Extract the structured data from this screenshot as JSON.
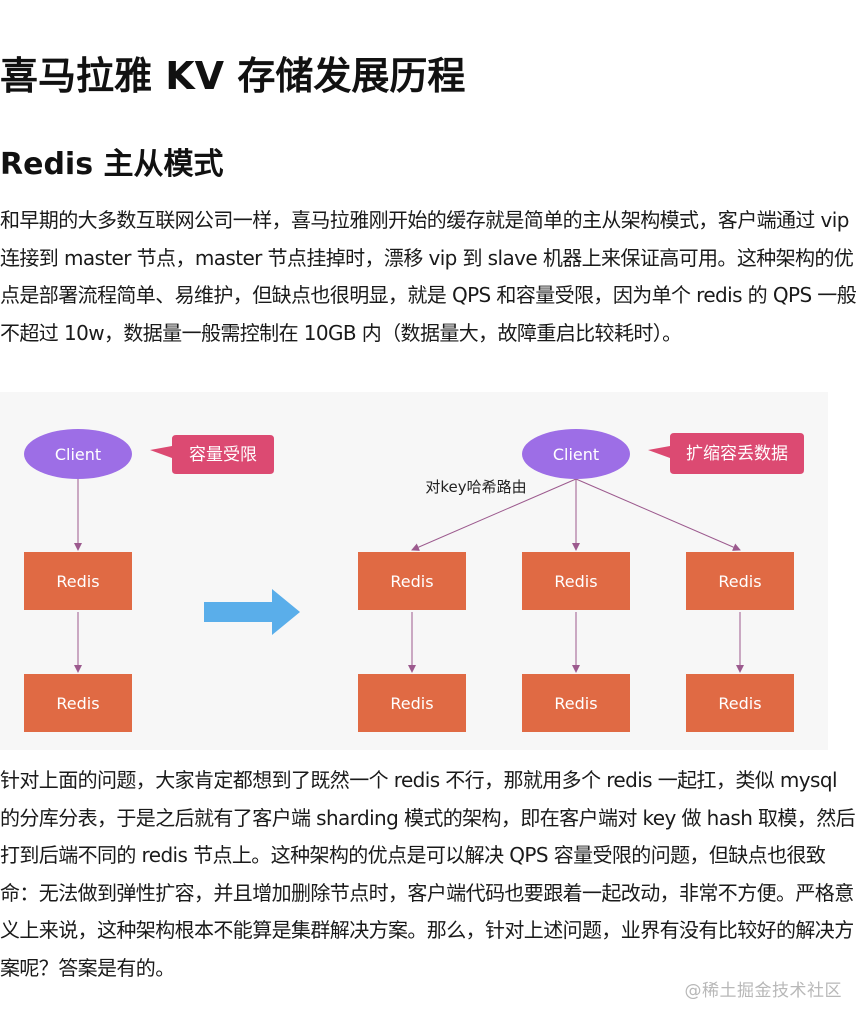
{
  "title": "喜马拉雅 KV 存储发展历程",
  "section_title": "Redis 主从模式",
  "paragraph1": "和早期的大多数互联网公司一样，喜马拉雅刚开始的缓存就是简单的主从架构模式，客户端通过 vip 连接到 master 节点，master 节点挂掉时，漂移 vip 到 slave 机器上来保证高可用。这种架构的优点是部署流程简单、易维护，但缺点也很明显，就是 QPS 和容量受限，因为单个 redis 的 QPS 一般不超过 10w，数据量一般需控制在 10GB 内（数据量大，故障重启比较耗时）。",
  "paragraph2": "针对上面的问题，大家肯定都想到了既然一个 redis 不行，那就用多个 redis 一起扛，类似 mysql 的分库分表，于是之后就有了客户端 sharding 模式的架构，即在客户端对 key 做 hash 取模，然后打到后端不同的 redis 节点上。这种架构的优点是可以解决 QPS 容量受限的问题，但缺点也很致命：无法做到弹性扩容，并且增加删除节点时，客户端代码也要跟着一起改动，非常不方便。严格意义上来说，这种架构根本不能算是集群解决方案。那么，针对上述问题，业界有没有比较好的解决方案呢？答案是有的。",
  "diagram": {
    "left_client": "Client",
    "left_callout": "容量受限",
    "left_redis_top": "Redis",
    "left_redis_bottom": "Redis",
    "right_client": "Client",
    "right_callout": "扩缩容丢数据",
    "route_label": "对key哈希路由",
    "right_redis_1": "Redis",
    "right_redis_2": "Redis",
    "right_redis_3": "Redis",
    "right_redis_4": "Redis",
    "right_redis_5": "Redis",
    "right_redis_6": "Redis",
    "colors": {
      "client": "#9d6ee6",
      "redis": "#e06a44",
      "callout": "#dc4a72",
      "arrow": "#5aaeea",
      "line": "#9c5a8e"
    }
  },
  "watermark": "@稀土掘金技术社区"
}
